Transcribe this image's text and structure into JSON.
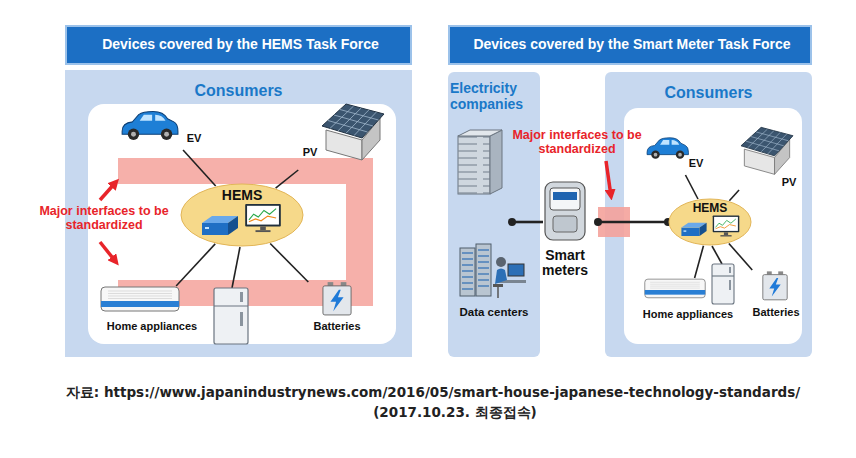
{
  "diagram": {
    "caption": "자료: https://www.japanindustrynews.com/2016/05/smart-house-japanese-technology-standards/ (2017.10.23. 최종접속)",
    "nodes": [
      {
        "text": [
          "Devices covered by the HEMS Task Force"
        ]
      },
      {
        "text": [
          "Consumers"
        ]
      },
      {
        "text": [
          "EV"
        ],
        "in": 1
      },
      {
        "text": [
          "PV"
        ],
        "in": 1
      },
      {
        "text": [
          "HEMS"
        ],
        "in": 1
      },
      {
        "text": [
          "Home appliances"
        ],
        "in": 1
      },
      {
        "text": [
          "Batteries"
        ],
        "in": 1
      },
      {
        "text": [
          "Devices covered by the Smart Meter Task Force"
        ]
      },
      {
        "text": [
          "Electricity companies"
        ]
      },
      {
        "text": [
          "Data centers"
        ],
        "in": 8
      },
      {
        "text": [
          "Smart meters"
        ]
      },
      {
        "text": [
          "Consumers"
        ]
      },
      {
        "text": [
          "EV"
        ],
        "in": 11
      },
      {
        "text": [
          "PV"
        ],
        "in": 11
      },
      {
        "text": [
          "HEMS"
        ],
        "in": 11
      },
      {
        "text": [
          "Home appliances"
        ],
        "in": 11
      },
      {
        "text": [
          "Batteries"
        ],
        "in": 11
      }
    ],
    "edges": [
      {
        "from": 4,
        "to": 2,
        "arrow": "none"
      },
      {
        "from": 4,
        "to": 3,
        "arrow": "none"
      },
      {
        "from": 4,
        "to": 5,
        "arrow": "none"
      },
      {
        "from": 4,
        "to": 6,
        "arrow": "none"
      },
      {
        "from": 10,
        "to": 14,
        "arrow": "none"
      },
      {
        "from": 14,
        "to": 12,
        "arrow": "none"
      },
      {
        "from": 14,
        "to": 13,
        "arrow": "none"
      },
      {
        "from": 14,
        "to": 15,
        "arrow": "none"
      },
      {
        "from": 14,
        "to": 16,
        "arrow": "none"
      }
    ],
    "labels": [
      "Major interfaces to be standardized",
      "Major interfaces to be standardized"
    ]
  }
}
